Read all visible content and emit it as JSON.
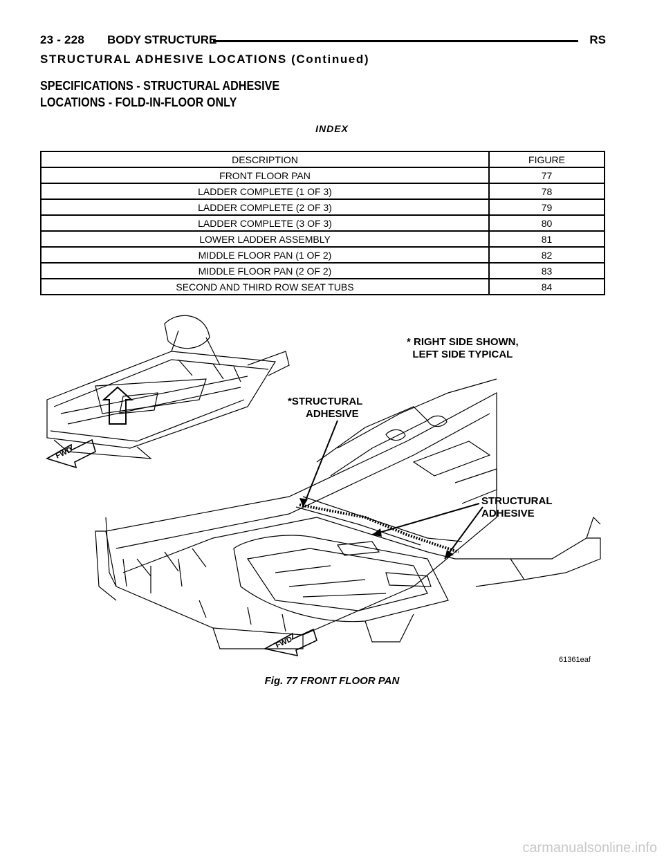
{
  "header": {
    "page_number": "23 - 228",
    "section": "BODY STRUCTURE",
    "vehicle_code": "RS"
  },
  "continued_heading": "STRUCTURAL ADHESIVE LOCATIONS (Continued)",
  "spec_title": {
    "line1": "SPECIFICATIONS - STRUCTURAL ADHESIVE",
    "line2": "LOCATIONS - FOLD-IN-FLOOR ONLY"
  },
  "index": {
    "title": "INDEX",
    "headers": [
      "DESCRIPTION",
      "FIGURE"
    ],
    "rows": [
      [
        "FRONT FLOOR PAN",
        "77"
      ],
      [
        "LADDER COMPLETE (1 OF 3)",
        "78"
      ],
      [
        "LADDER COMPLETE (2 OF 3)",
        "79"
      ],
      [
        "LADDER COMPLETE (3 OF 3)",
        "80"
      ],
      [
        "LOWER LADDER ASSEMBLY",
        "81"
      ],
      [
        "MIDDLE FLOOR PAN (1 OF 2)",
        "82"
      ],
      [
        "MIDDLE FLOOR PAN (2 OF 2)",
        "83"
      ],
      [
        "SECOND AND THIRD ROW SEAT TUBS",
        "84"
      ]
    ]
  },
  "figure": {
    "note_line1": "* RIGHT SIDE SHOWN,",
    "note_line2": "LEFT SIDE TYPICAL",
    "callout_star_line1": "*STRUCTURAL",
    "callout_star_line2": "ADHESIVE",
    "callout_line1": "STRUCTURAL",
    "callout_line2": "ADHESIVE",
    "fwd_label": "FWD",
    "figure_id": "61361eaf",
    "caption": "Fig. 77 FRONT FLOOR PAN"
  },
  "watermark": "carmanualsonline.info"
}
